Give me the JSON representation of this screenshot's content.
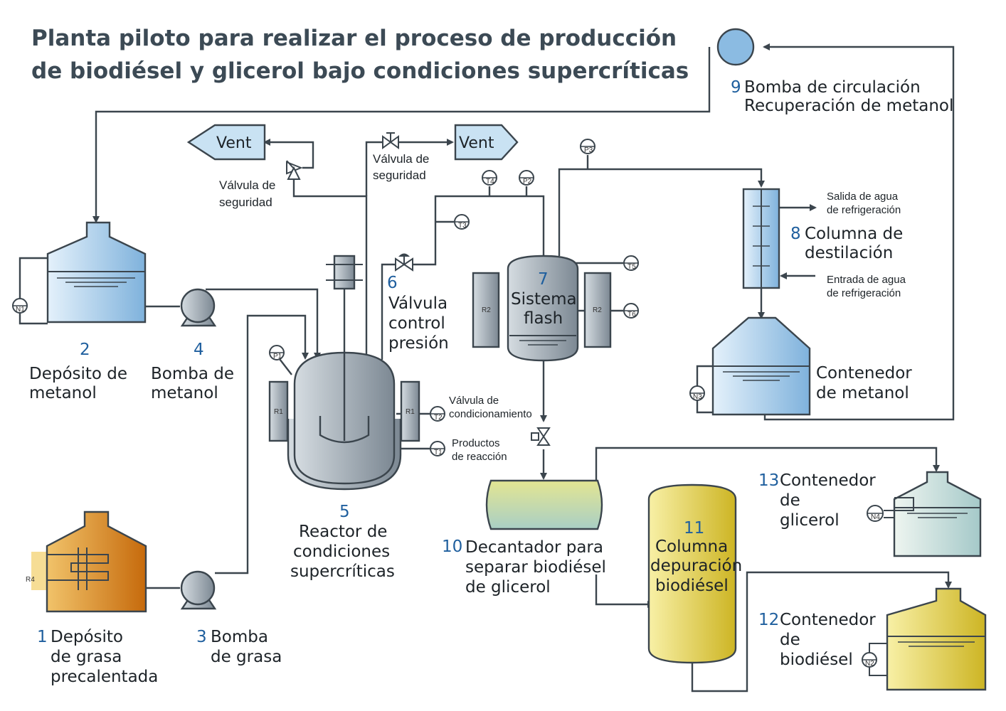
{
  "title": {
    "line1": "Planta piloto para realizar el proceso de producción",
    "line2": "de biodiésel y glicerol bajo condiciones supercríticas"
  },
  "units": {
    "u1": {
      "num": "1",
      "l1": "Depósito",
      "l2": "de grasa",
      "l3": "precalentada"
    },
    "u2": {
      "num": "2",
      "l1": "Depósito de",
      "l2": "metanol"
    },
    "u3": {
      "num": "3",
      "l1": "Bomba",
      "l2": "de grasa"
    },
    "u4": {
      "num": "4",
      "l1": "Bomba de",
      "l2": "metanol"
    },
    "u5": {
      "num": "5",
      "l1": "Reactor de",
      "l2": "condiciones",
      "l3": "supercríticas"
    },
    "u6": {
      "num": "6",
      "l1": "Válvula",
      "l2": "control",
      "l3": "presión"
    },
    "u7": {
      "num": "7",
      "l1": "Sistema",
      "l2": "flash"
    },
    "u8": {
      "num": "8",
      "l1": "Columna de",
      "l2": "destilación"
    },
    "u9": {
      "num": "9",
      "l1": "Bomba de circulación",
      "l2": "Recuperación de metanol"
    },
    "u10": {
      "num": "10",
      "l1": "Decantador para",
      "l2": "separar biodiésel",
      "l3": "de glicerol"
    },
    "u11": {
      "num": "11",
      "l1": "Columna",
      "l2": "depuración",
      "l3": "biodiésel"
    },
    "u12": {
      "num": "12",
      "l1": "Contenedor",
      "l2": "de",
      "l3": "biodiésel"
    },
    "u13": {
      "num": "13",
      "l1": "Contenedor",
      "l2": "de",
      "l3": "glicerol"
    },
    "metcont": {
      "l1": "Contenedor",
      "l2": "de metanol"
    }
  },
  "vents": {
    "left": "Vent",
    "right": "Vent"
  },
  "valves": {
    "safety_left": {
      "l1": "Válvula de",
      "l2": "seguridad"
    },
    "safety_right": {
      "l1": "Válvula de",
      "l2": "seguridad"
    },
    "conditioning": {
      "l1": "Válvula de",
      "l2": "condicionamiento"
    },
    "products": {
      "l1": "Productos",
      "l2": "de reacción"
    }
  },
  "cooling": {
    "out": {
      "l1": "Salida de agua",
      "l2": "de refrigeración"
    },
    "in": {
      "l1": "Entrada de agua",
      "l2": "de refrigeración"
    }
  },
  "instruments": {
    "p1": "P1",
    "p2": "P2",
    "p3": "P3",
    "t1": "T1",
    "t2": "T2",
    "t3": "T3",
    "t4": "T4",
    "t5": "T5",
    "t6": "T6",
    "n1": "N1",
    "n2": "N2",
    "n3": "N3",
    "n4": "N4",
    "r1a": "R1",
    "r1b": "R1",
    "r2a": "R2",
    "r2b": "R2",
    "r4": "R4"
  },
  "colors": {
    "blue": "#a9cde9",
    "steel": "#9aa5ae",
    "orange": "#d98e1f",
    "yellow": "#e6d45a",
    "pipe": "#3b454d",
    "number": "#1f5f9e"
  }
}
